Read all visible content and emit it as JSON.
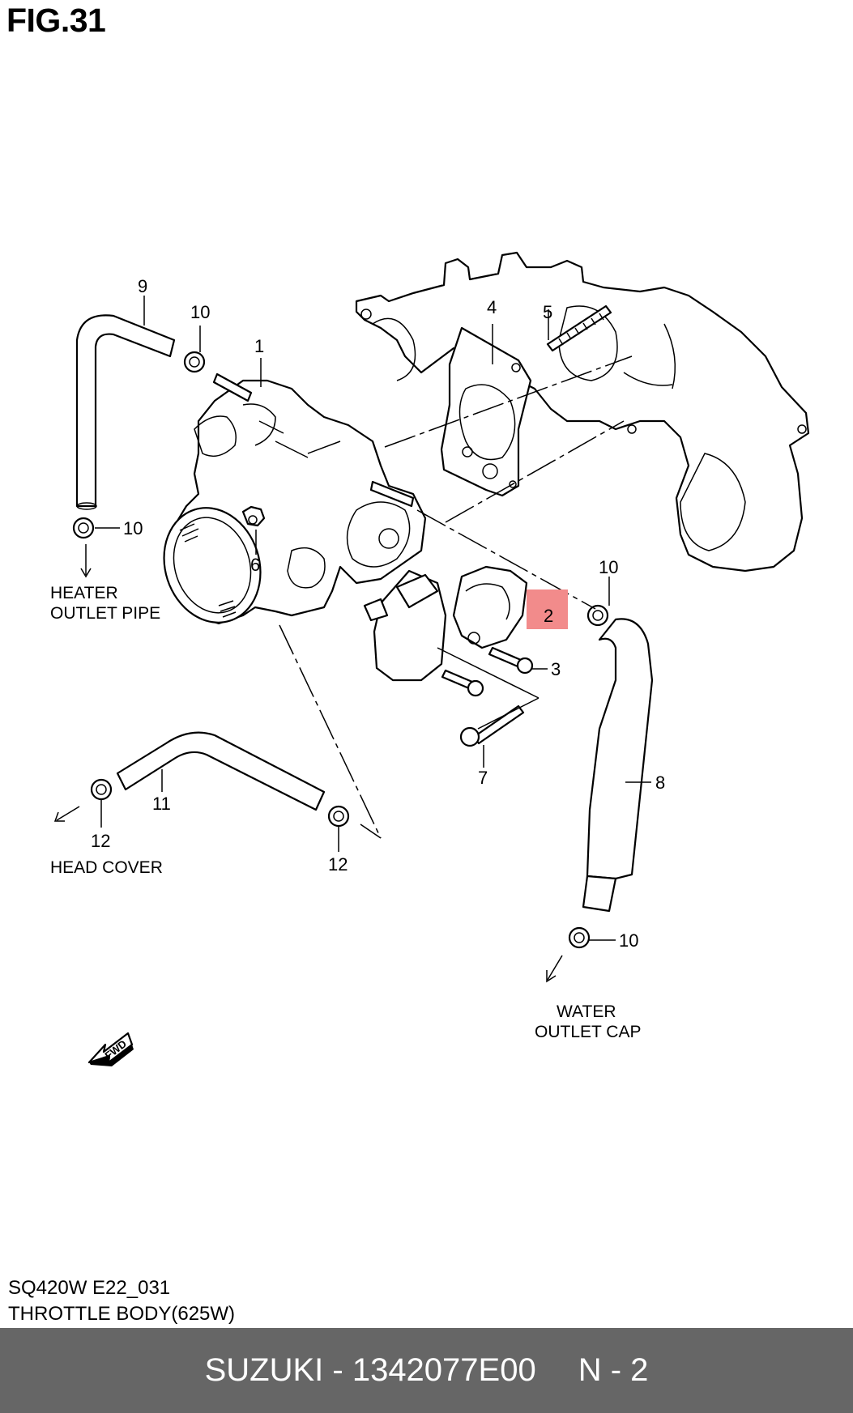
{
  "figure_title": "FIG.31",
  "callouts": {
    "c1": "1",
    "c2": "2",
    "c3": "3",
    "c4": "4",
    "c5": "5",
    "c6": "6",
    "c7": "7",
    "c8": "8",
    "c9": "9",
    "c10a": "10",
    "c10b": "10",
    "c10c": "10",
    "c10d": "10",
    "c11": "11",
    "c12a": "12",
    "c12b": "12"
  },
  "destinations": {
    "heater_line1": "HEATER",
    "heater_line2": "OUTLET PIPE",
    "head_cover": "HEAD COVER",
    "water_line1": "WATER",
    "water_line2": "OUTLET CAP"
  },
  "fwd_arrow_text": "FWD",
  "highlight_color": "#f28b8b",
  "footer": {
    "code": "SQ420W E22_031",
    "name": "THROTTLE BODY(625W)"
  },
  "bottom_bar": {
    "brand_part": "SUZUKI - 1342077E00",
    "page": "N - 2",
    "background": "#666666"
  }
}
